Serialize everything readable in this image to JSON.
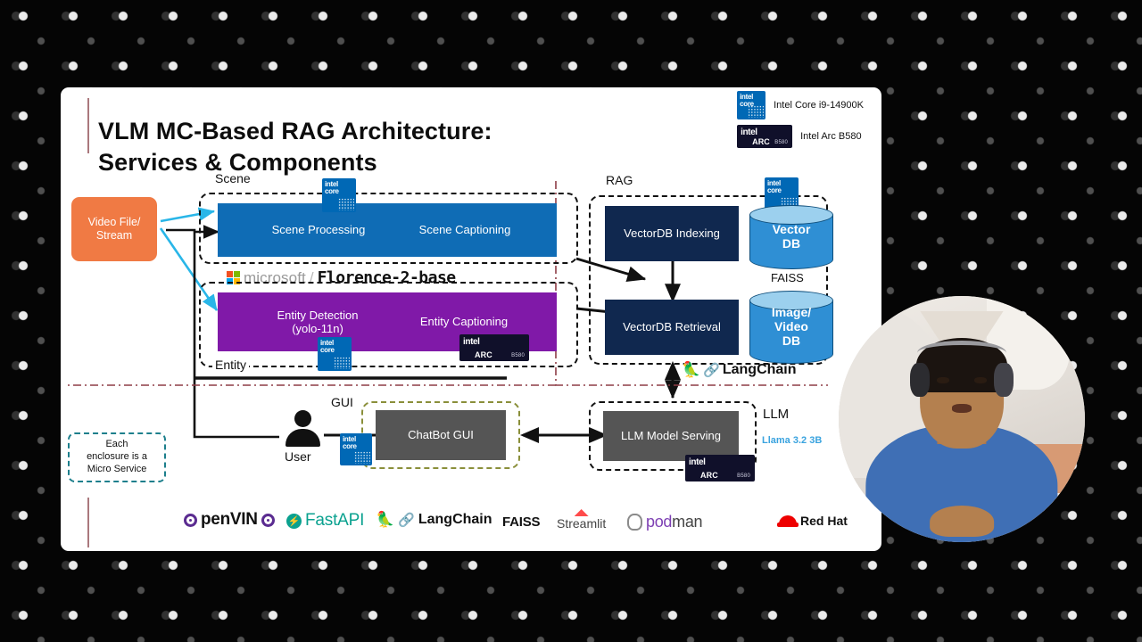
{
  "slide": {
    "title_line1": "VLM MC-Based RAG Architecture:",
    "title_line2": "Services & Components",
    "hardware_legend": [
      {
        "badge": "intel-core-icon",
        "label": "Intel Core i9-14900K"
      },
      {
        "badge": "intel-arc-icon",
        "label": "Intel Arc B580"
      }
    ],
    "input": {
      "label_line1": "Video File/",
      "label_line2": "Stream"
    },
    "note": {
      "line1": "Each",
      "line2": "enclosure is a",
      "line3": "Micro Service"
    },
    "groups": {
      "scene": "Scene",
      "entity": "Entity",
      "rag": "RAG",
      "gui": "GUI",
      "llm": "LLM"
    },
    "nodes": {
      "scene_processing": "Scene Processing",
      "scene_captioning": "Scene Captioning",
      "entity_detection_line1": "Entity Detection",
      "entity_detection_line2": "(yolo-11n)",
      "entity_captioning": "Entity Captioning",
      "vectordb_indexing": "VectorDB Indexing",
      "vectordb_retrieval": "VectorDB Retrieval",
      "chatbot_gui": "ChatBot GUI",
      "llm_model_serving": "LLM Model Serving",
      "user": "User"
    },
    "datastores": [
      {
        "line1": "Vector",
        "line2": "DB",
        "caption": "FAISS"
      },
      {
        "line1": "Image/",
        "line2": "Video",
        "line3": "DB",
        "caption": ""
      }
    ],
    "model_banner": {
      "vendor": "microsoft",
      "separator": "/",
      "model": "Florence-2-base"
    },
    "langchain_label": "LangChain",
    "llm_model": "Llama 3.2 3B",
    "intel_core_badge": {
      "top": "intel",
      "bottom": "core"
    },
    "intel_arc_badge": {
      "brand": "intel",
      "family": "ARC",
      "model": "B580"
    },
    "footer_logos": [
      {
        "name": "openvino-logo",
        "text": "penVIN"
      },
      {
        "name": "fastapi-logo",
        "text": "FastAPI"
      },
      {
        "name": "langchain-logo",
        "text": "LangChain"
      },
      {
        "name": "faiss-logo",
        "text": "FAISS"
      },
      {
        "name": "streamlit-logo",
        "text": "Streamlit"
      },
      {
        "name": "podman-logo",
        "text": "podman"
      },
      {
        "name": "redhat-logo",
        "text": "Red Hat"
      }
    ],
    "colors": {
      "scene_box": "#0f6cb5",
      "entity_box": "#8019a8",
      "rag_box": "#10284f",
      "gui_box": "#555555",
      "input_box": "#f07a44",
      "cylinder": "#2f8fd4",
      "accent_line": "#8d4b52",
      "intel_blue": "#0068b5",
      "arc_navy": "#10102a"
    }
  }
}
